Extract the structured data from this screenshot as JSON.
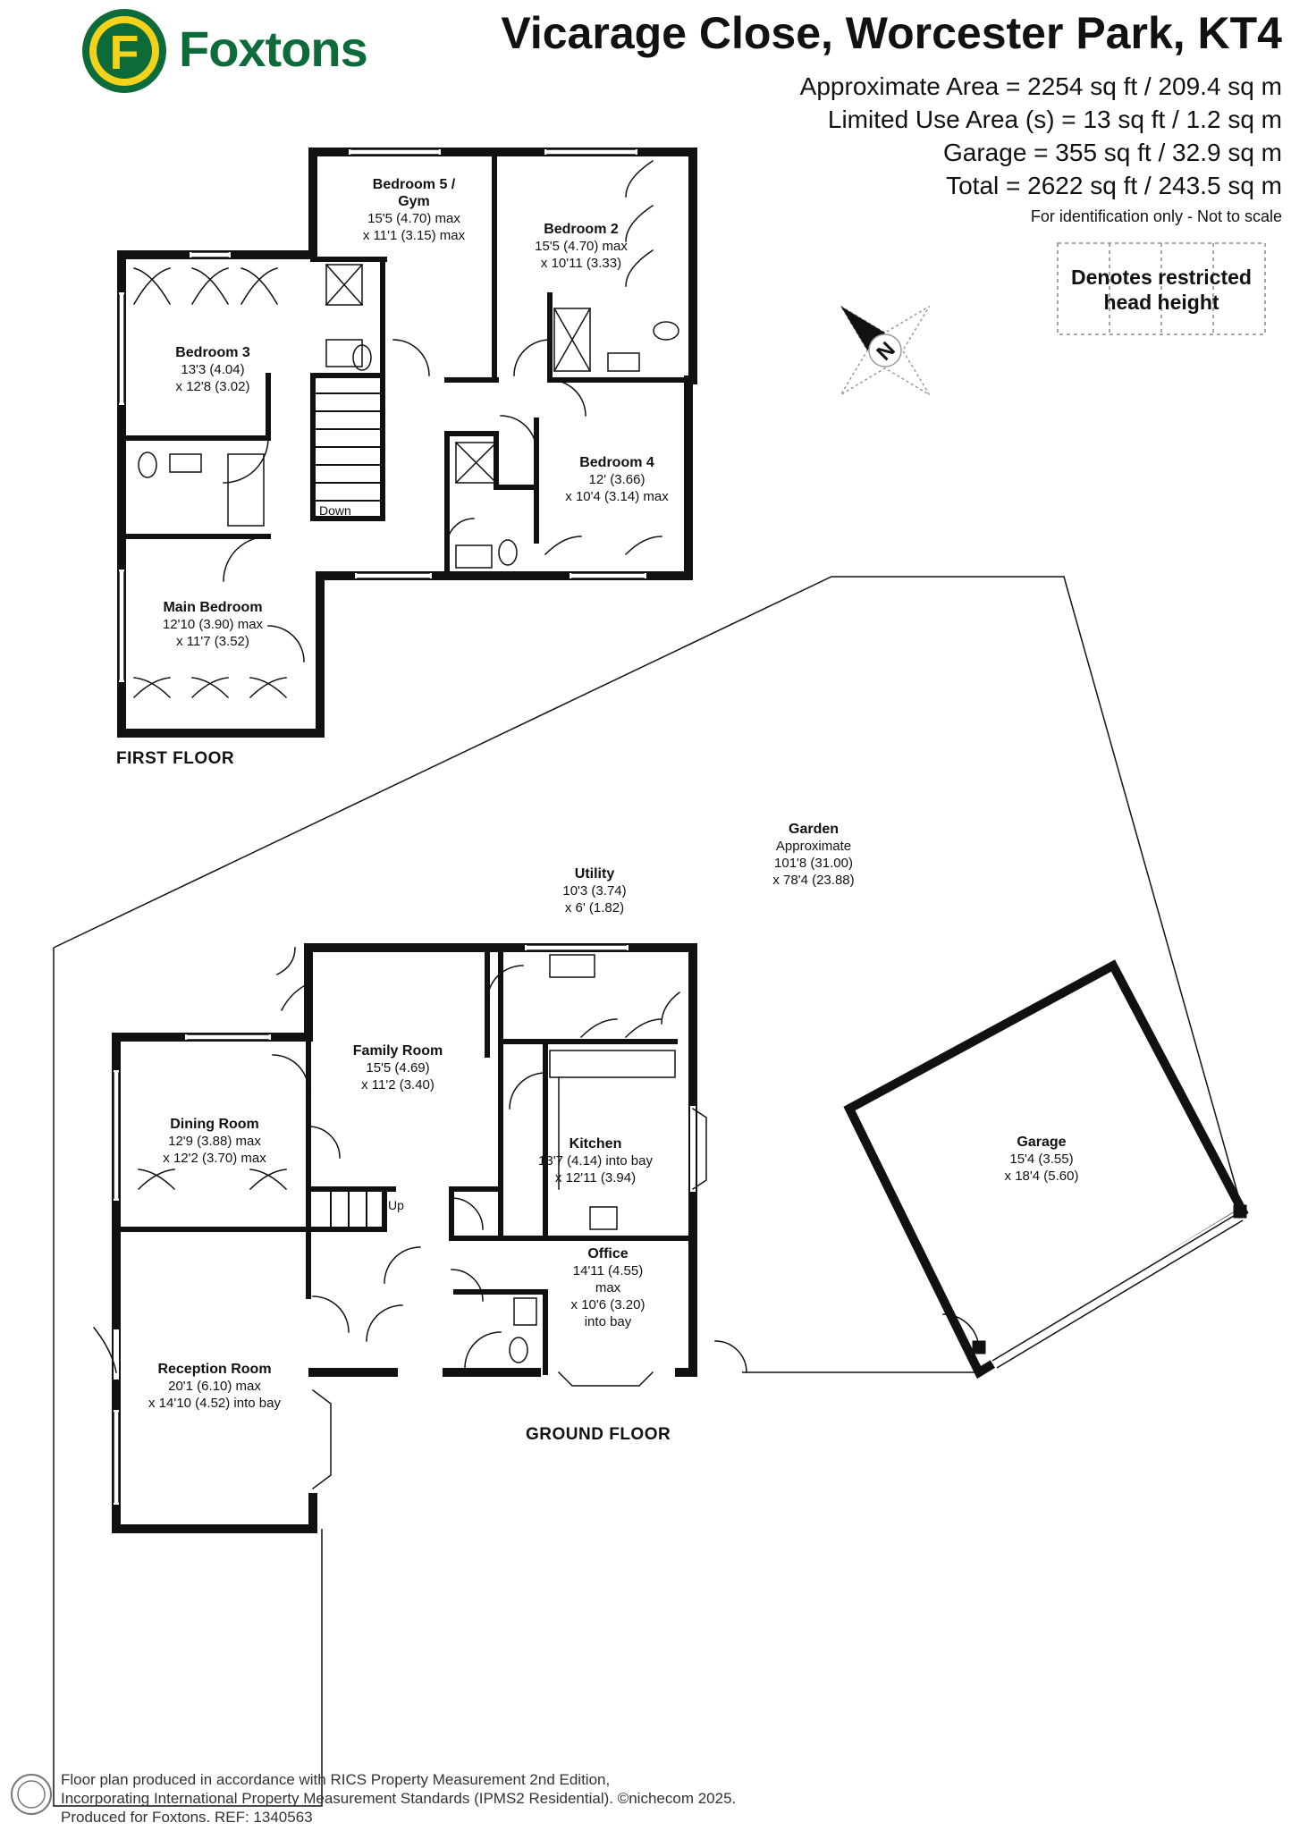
{
  "brand": {
    "name": "Foxtons",
    "logo_letter": "F",
    "colors": {
      "logo_green": "#0d6b3a",
      "logo_yellow": "#f2d21b"
    }
  },
  "header": {
    "title": "Vicarage Close, Worcester Park, KT4",
    "areas": [
      "Approximate Area = 2254 sq ft / 209.4 sq m",
      "Limited Use Area (s) = 13 sq ft / 1.2 sq m",
      "Garage = 355 sq ft / 32.9 sq m",
      "Total = 2622 sq ft / 243.5 sq m"
    ],
    "identification": "For identification only - Not to scale"
  },
  "legend": {
    "line1": "Denotes restricted",
    "line2": "head height"
  },
  "compass": {
    "label": "N"
  },
  "first_floor": {
    "label": "FIRST FLOOR",
    "down_label": "Down",
    "rooms": [
      {
        "name": "Bedroom 5 /",
        "name2": "Gym",
        "dim1": "15'5 (4.70) max",
        "dim2": "x 11'1 (3.15) max"
      },
      {
        "name": "Bedroom 2",
        "dim1": "15'5 (4.70) max",
        "dim2": "x 10'11 (3.33)"
      },
      {
        "name": "Bedroom 3",
        "dim1": "13'3 (4.04)",
        "dim2": "x 12'8 (3.02)"
      },
      {
        "name": "Bedroom 4",
        "dim1": "12' (3.66)",
        "dim2": "x 10'4 (3.14) max"
      },
      {
        "name": "Main Bedroom",
        "dim1": "12'10 (3.90) max",
        "dim2": "x 11'7 (3.52)"
      }
    ]
  },
  "ground_floor": {
    "label": "GROUND FLOOR",
    "up_label": "Up",
    "rooms": [
      {
        "name": "Utility",
        "dim1": "10'3 (3.74)",
        "dim2": "x 6' (1.82)"
      },
      {
        "name": "Garden",
        "name2": "Approximate",
        "dim1": "101'8 (31.00)",
        "dim2": "x 78'4 (23.88)"
      },
      {
        "name": "Family Room",
        "dim1": "15'5 (4.69)",
        "dim2": "x 11'2 (3.40)"
      },
      {
        "name": "Dining Room",
        "dim1": "12'9 (3.88) max",
        "dim2": "x 12'2 (3.70) max"
      },
      {
        "name": "Kitchen",
        "dim1": "13'7 (4.14) into bay",
        "dim2": "x 12'11 (3.94)"
      },
      {
        "name": "Garage",
        "dim1": "15'4 (3.55)",
        "dim2": "x 18'4 (5.60)"
      },
      {
        "name": "Office",
        "dim1": "14'11 (4.55)",
        "dim2": "max",
        "dim3": "x 10'6 (3.20)",
        "dim4": "into bay"
      },
      {
        "name": "Reception Room",
        "dim1": "20'1 (6.10) max",
        "dim2": "x 14'10 (4.52) into bay"
      }
    ]
  },
  "footer": {
    "line1": "Floor plan produced in accordance with RICS Property Measurement 2nd Edition,",
    "line2": "Incorporating International Property Measurement Standards (IPMS2 Residential). ©nichecom 2025.",
    "line3": "Produced for Foxtons. REF: 1340563"
  }
}
